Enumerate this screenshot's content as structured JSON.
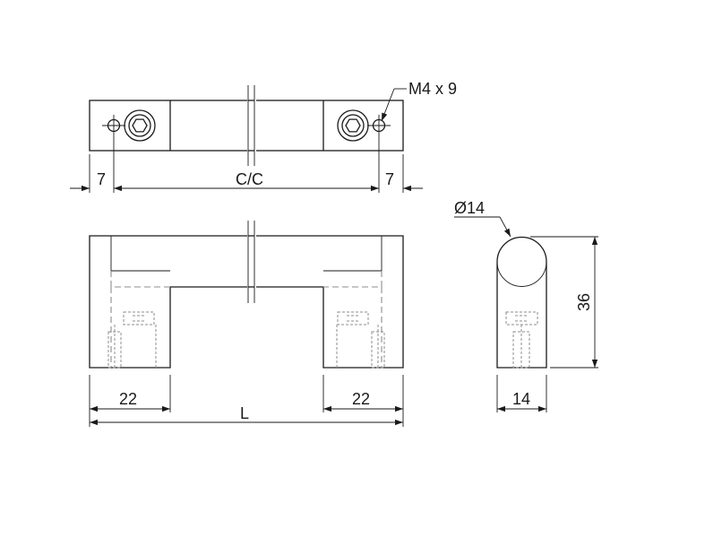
{
  "labels": {
    "thread_callout": "M4 x 9",
    "edge_left": "7",
    "center_to_center": "C/C",
    "edge_right": "7",
    "diameter": "Ø14",
    "height": "36",
    "foot_left": "22",
    "foot_right": "22",
    "overall_length": "L",
    "depth": "14"
  },
  "colors": {
    "line": "#1a1a1a",
    "hidden_line": "#8c8c8c",
    "background": "#ffffff"
  }
}
